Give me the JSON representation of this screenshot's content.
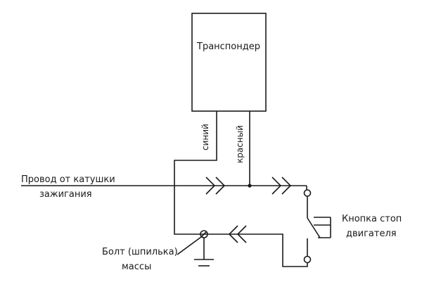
{
  "diagram": {
    "title": "Transponder stop-button wiring",
    "components": {
      "transponder": {
        "label": "Транспондер"
      },
      "stop_button": {
        "label_line1": "Кнопка стоп",
        "label_line2": "двигателя"
      },
      "ground_bolt": {
        "label_line1": "Болт (шпилька)",
        "label_line2": "массы"
      },
      "ignition_wire": {
        "label_line1": "Провод от катушки",
        "label_line2": "зажигания"
      }
    },
    "wires": {
      "blue": {
        "label": "синий"
      },
      "red": {
        "label": "красный"
      }
    },
    "connections": [
      {
        "from": "ignition_wire",
        "to": "stop_button",
        "via": "connector"
      },
      {
        "from": "transponder",
        "to": "ignition_wire",
        "wire": "red"
      },
      {
        "from": "transponder",
        "to": "ground_bolt",
        "wire": "blue"
      },
      {
        "from": "stop_button",
        "to": "ground_bolt",
        "via": "connector"
      }
    ]
  }
}
